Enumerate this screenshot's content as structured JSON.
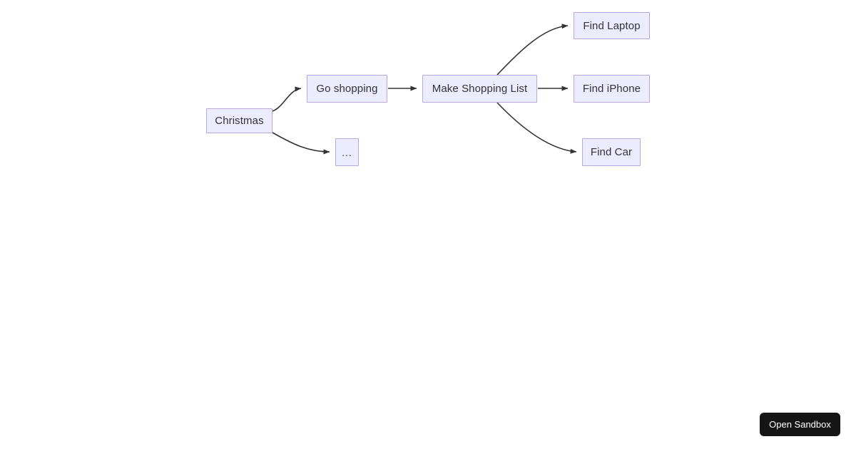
{
  "diagram": {
    "type": "flowchart",
    "direction": "left-to-right",
    "nodes": [
      {
        "id": "christmas",
        "label": "Christmas"
      },
      {
        "id": "go_shopping",
        "label": "Go shopping"
      },
      {
        "id": "ellipsis",
        "label": "..."
      },
      {
        "id": "make_list",
        "label": "Make Shopping List"
      },
      {
        "id": "find_laptop",
        "label": "Find Laptop"
      },
      {
        "id": "find_iphone",
        "label": "Find iPhone"
      },
      {
        "id": "find_car",
        "label": "Find Car"
      }
    ],
    "edges": [
      {
        "from": "christmas",
        "to": "go_shopping",
        "style": "curved"
      },
      {
        "from": "christmas",
        "to": "ellipsis",
        "style": "curved"
      },
      {
        "from": "go_shopping",
        "to": "make_list",
        "style": "straight"
      },
      {
        "from": "make_list",
        "to": "find_laptop",
        "style": "curved"
      },
      {
        "from": "make_list",
        "to": "find_iphone",
        "style": "straight"
      },
      {
        "from": "make_list",
        "to": "find_car",
        "style": "curved"
      }
    ],
    "colors": {
      "node_fill": "#ECECFF",
      "node_border": "#B8A8E0",
      "node_text": "#333333",
      "edge": "#333333",
      "background": "#FFFFFF"
    }
  },
  "footer": {
    "open_sandbox_label": "Open Sandbox",
    "open_sandbox_bg": "#151515",
    "open_sandbox_text_color": "#FFFFFF"
  }
}
